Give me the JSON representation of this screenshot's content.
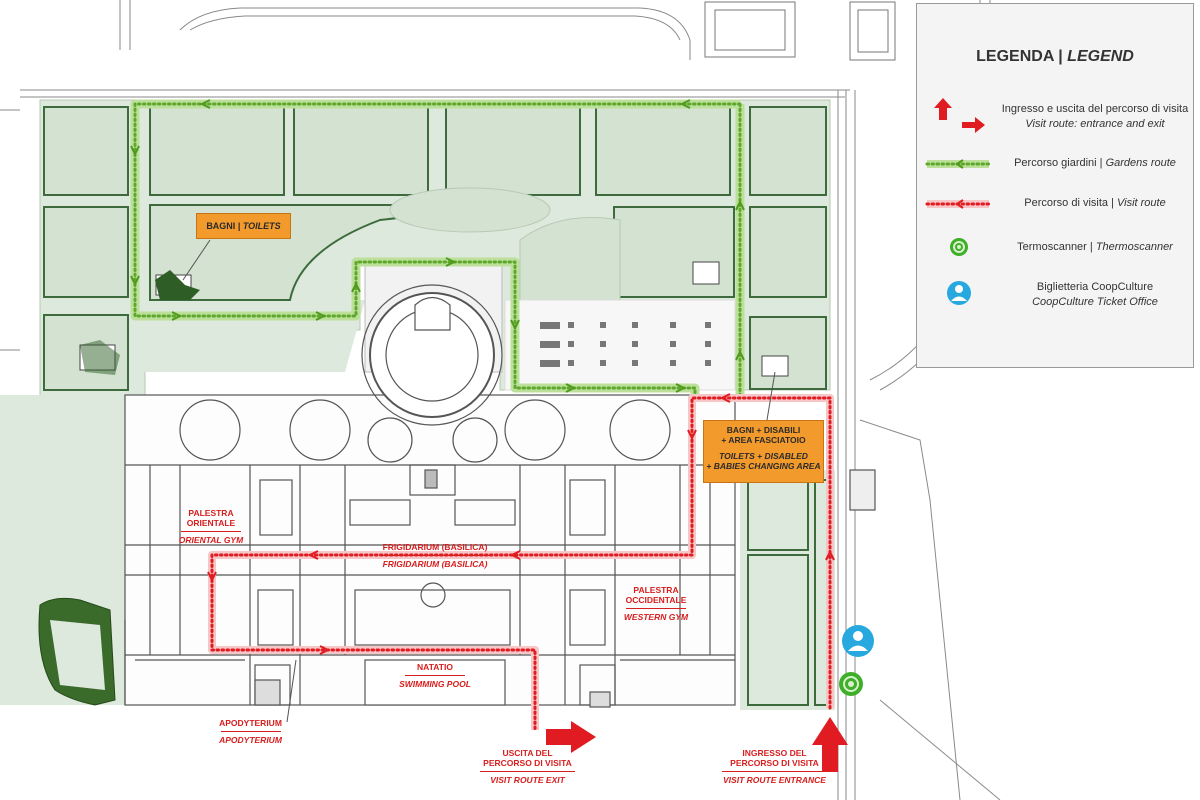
{
  "legend": {
    "title": "LEGENDA",
    "title_sep": " | ",
    "title_en": "LEGEND",
    "items": [
      {
        "it": "Ingresso e uscita del percorso di visita",
        "en": "Visit route: entrance and exit",
        "icon": "red-arrows-icon"
      },
      {
        "it": "Percorso giardini | ",
        "en": "Gardens route",
        "icon": "green-dotted-route-icon"
      },
      {
        "it": "Percorso di visita | ",
        "en": "Visit route",
        "icon": "red-dotted-route-icon"
      },
      {
        "it": "Termoscanner | ",
        "en": "Thermoscanner",
        "icon": "green-target-icon"
      },
      {
        "it": "Biglietteria CoopCulture",
        "en": "CoopCulture Ticket Office",
        "icon": "ticket-office-icon"
      }
    ]
  },
  "boxes": {
    "toilets": {
      "it": "BAGNI | ",
      "en": "TOILETS"
    },
    "toilets_disabled": {
      "line1": "BAGNI + DISABILI",
      "line2": "+ AREA FASCIATOIO",
      "line3": "TOILETS + DISABLED",
      "line4": "+ BABIES CHANGING AREA"
    }
  },
  "labels": {
    "oriental_gym": {
      "it1": "PALESTRA",
      "it2": "ORIENTALE",
      "en": "ORIENTAL GYM"
    },
    "frigidarium": {
      "it": "FRIGIDARIUM (BASILICA)",
      "en": "FRIGIDARIUM (BASILICA)"
    },
    "western_gym": {
      "it1": "PALESTRA",
      "it2": "OCCIDENTALE",
      "en": "WESTERN GYM"
    },
    "natatio": {
      "it": "NATATIO",
      "en": "SWIMMING POOL"
    },
    "apodyterium": {
      "it": "APODYTERIUM",
      "en": "APODYTERIUM"
    },
    "exit": {
      "it1": "USCITA DEL",
      "it2": "PERCORSO DI VISITA",
      "en": "VISIT ROUTE EXIT"
    },
    "entrance": {
      "it1": "INGRESSO DEL",
      "it2": "PERCORSO DI VISITA",
      "en": "VISIT ROUTE ENTRANCE"
    }
  },
  "colors": {
    "garden_fill": "#dde9dc",
    "garden_route": "#86c540",
    "visit_route": "#e11b22",
    "label_box": "#f39a2c",
    "thermoscanner": "#3fae29",
    "ticket_office": "#27a8df"
  }
}
